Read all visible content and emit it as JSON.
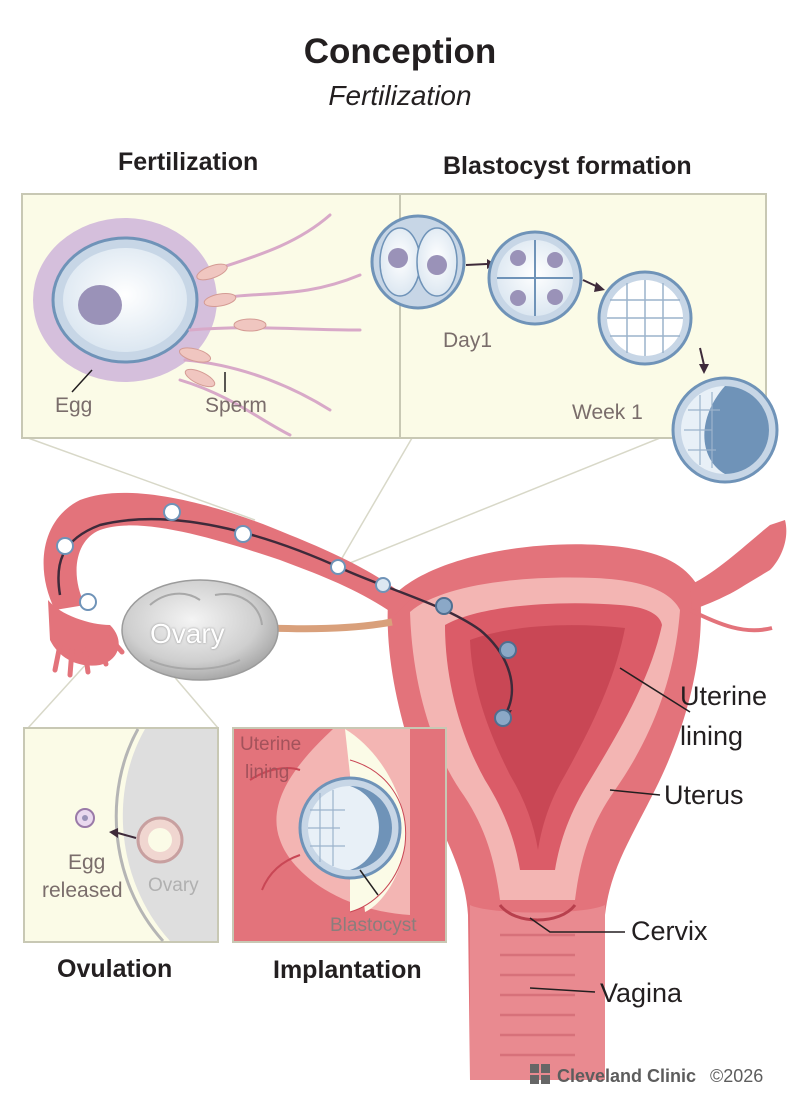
{
  "title": "Conception",
  "subtitle": "Fertilization",
  "panels": {
    "fertilization": {
      "heading": "Fertilization",
      "egg": "Egg",
      "sperm": "Sperm"
    },
    "blastocyst_formation": {
      "heading": "Blastocyst formation",
      "day": "Day1",
      "week": "Week 1"
    },
    "ovulation": {
      "heading": "Ovulation",
      "egg_released_1": "Egg",
      "egg_released_2": "released",
      "ovary": "Ovary"
    },
    "implantation": {
      "heading": "Implantation",
      "lining_1": "Uterine",
      "lining_2": "lining",
      "blastocyst": "Blastocyst"
    }
  },
  "anatomy": {
    "ovary": "Ovary",
    "uterine_lining_1": "Uterine",
    "uterine_lining_2": "lining",
    "uterus": "Uterus",
    "cervix": "Cervix",
    "vagina": "Vagina"
  },
  "footer": {
    "brand": "Cleveland Clinic",
    "copyright": "©2026"
  },
  "colors": {
    "tissue": "#e3737b",
    "tissue_dark": "#c9505c",
    "tissue_light": "#f3b5b3",
    "cell_blue": "#6f93b8",
    "panel_bg": "#fbfbe7",
    "panel_border": "#c8c8b4",
    "ovary": "#d9d9d9"
  }
}
